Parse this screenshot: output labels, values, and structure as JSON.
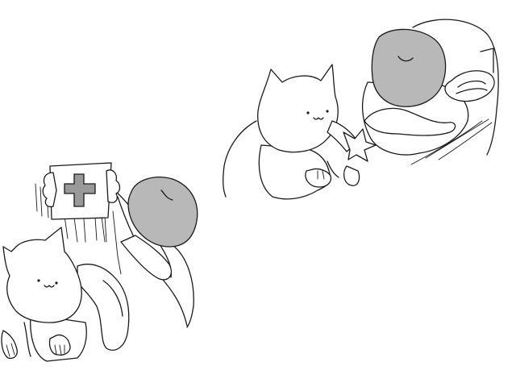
{
  "scene": {
    "background": "#ffffff",
    "line_color": "#1a1a1a",
    "gray_fill": "#b8b8b8",
    "figures": [
      {
        "name": "cat-crawling-bottom-left"
      },
      {
        "name": "gray-head-figure-holding-card"
      },
      {
        "name": "first-aid-card"
      },
      {
        "name": "cat-sitting-center"
      },
      {
        "name": "gray-head-figure-top-right"
      }
    ]
  }
}
